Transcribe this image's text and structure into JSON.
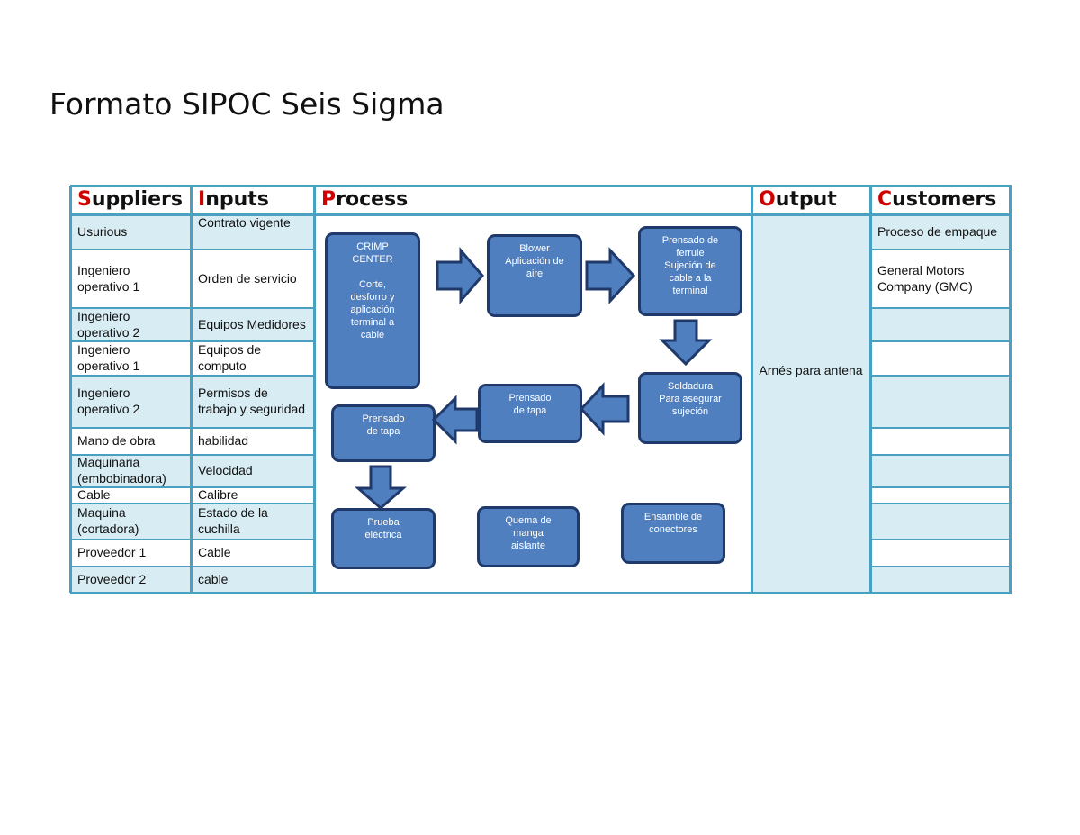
{
  "title": "Formato SIPOC Seis Sigma",
  "headers": [
    {
      "first": "S",
      "rest": "uppliers"
    },
    {
      "first": "I",
      "rest": "nputs"
    },
    {
      "first": "P",
      "rest": "rocess"
    },
    {
      "first": "O",
      "rest": "utput"
    },
    {
      "first": "C",
      "rest": "ustomers"
    }
  ],
  "suppliers": [
    "Usurious",
    "Ingeniero operativo 1",
    "Ingeniero operativo 2",
    "Ingeniero operativo 1",
    "Ingeniero operativo 2",
    "Mano de obra",
    "Maquinaria (embobinadora)",
    "Cable",
    "Maquina (cortadora)",
    "Proveedor 1",
    "Proveedor 2"
  ],
  "inputs": [
    "Contrato vigente",
    "Orden de servicio",
    "Equipos Medidores",
    "Equipos de computo",
    "Permisos de trabajo y seguridad",
    "habilidad",
    "Velocidad",
    "Calibre",
    "Estado de la cuchilla",
    "Cable",
    "cable"
  ],
  "customers": [
    "Proceso de empaque",
    "General Motors Company (GMC)",
    "",
    "",
    "",
    "",
    "",
    "",
    "",
    "",
    ""
  ],
  "output": "Arnés para antena",
  "process": {
    "crimp": "CRIMP\nCENTER\n\nCorte,\ndesforro y\naplicación\nterminal a\ncable",
    "blower": "Blower\nAplicación de\naire",
    "prensado_ferrule": "Prensado de\nferrule\nSujeción de\ncable a la\nterminal",
    "soldadura": "Soldadura\nPara asegurar\nsujeción",
    "prensado_tapa_1": "Prensado\nde tapa",
    "prensado_tapa_2": "Prensado\nde tapa",
    "prueba": "Prueba\neléctrica",
    "quema": "Quema de\nmanga\naislante",
    "ensamble": "Ensamble de\nconectores"
  },
  "colors": {
    "accent": "#d00000",
    "box_fill": "#4f7fbf",
    "box_border": "#1f3a6a",
    "grid_line": "#4aa0c0",
    "shade": "#d8ecf3"
  }
}
